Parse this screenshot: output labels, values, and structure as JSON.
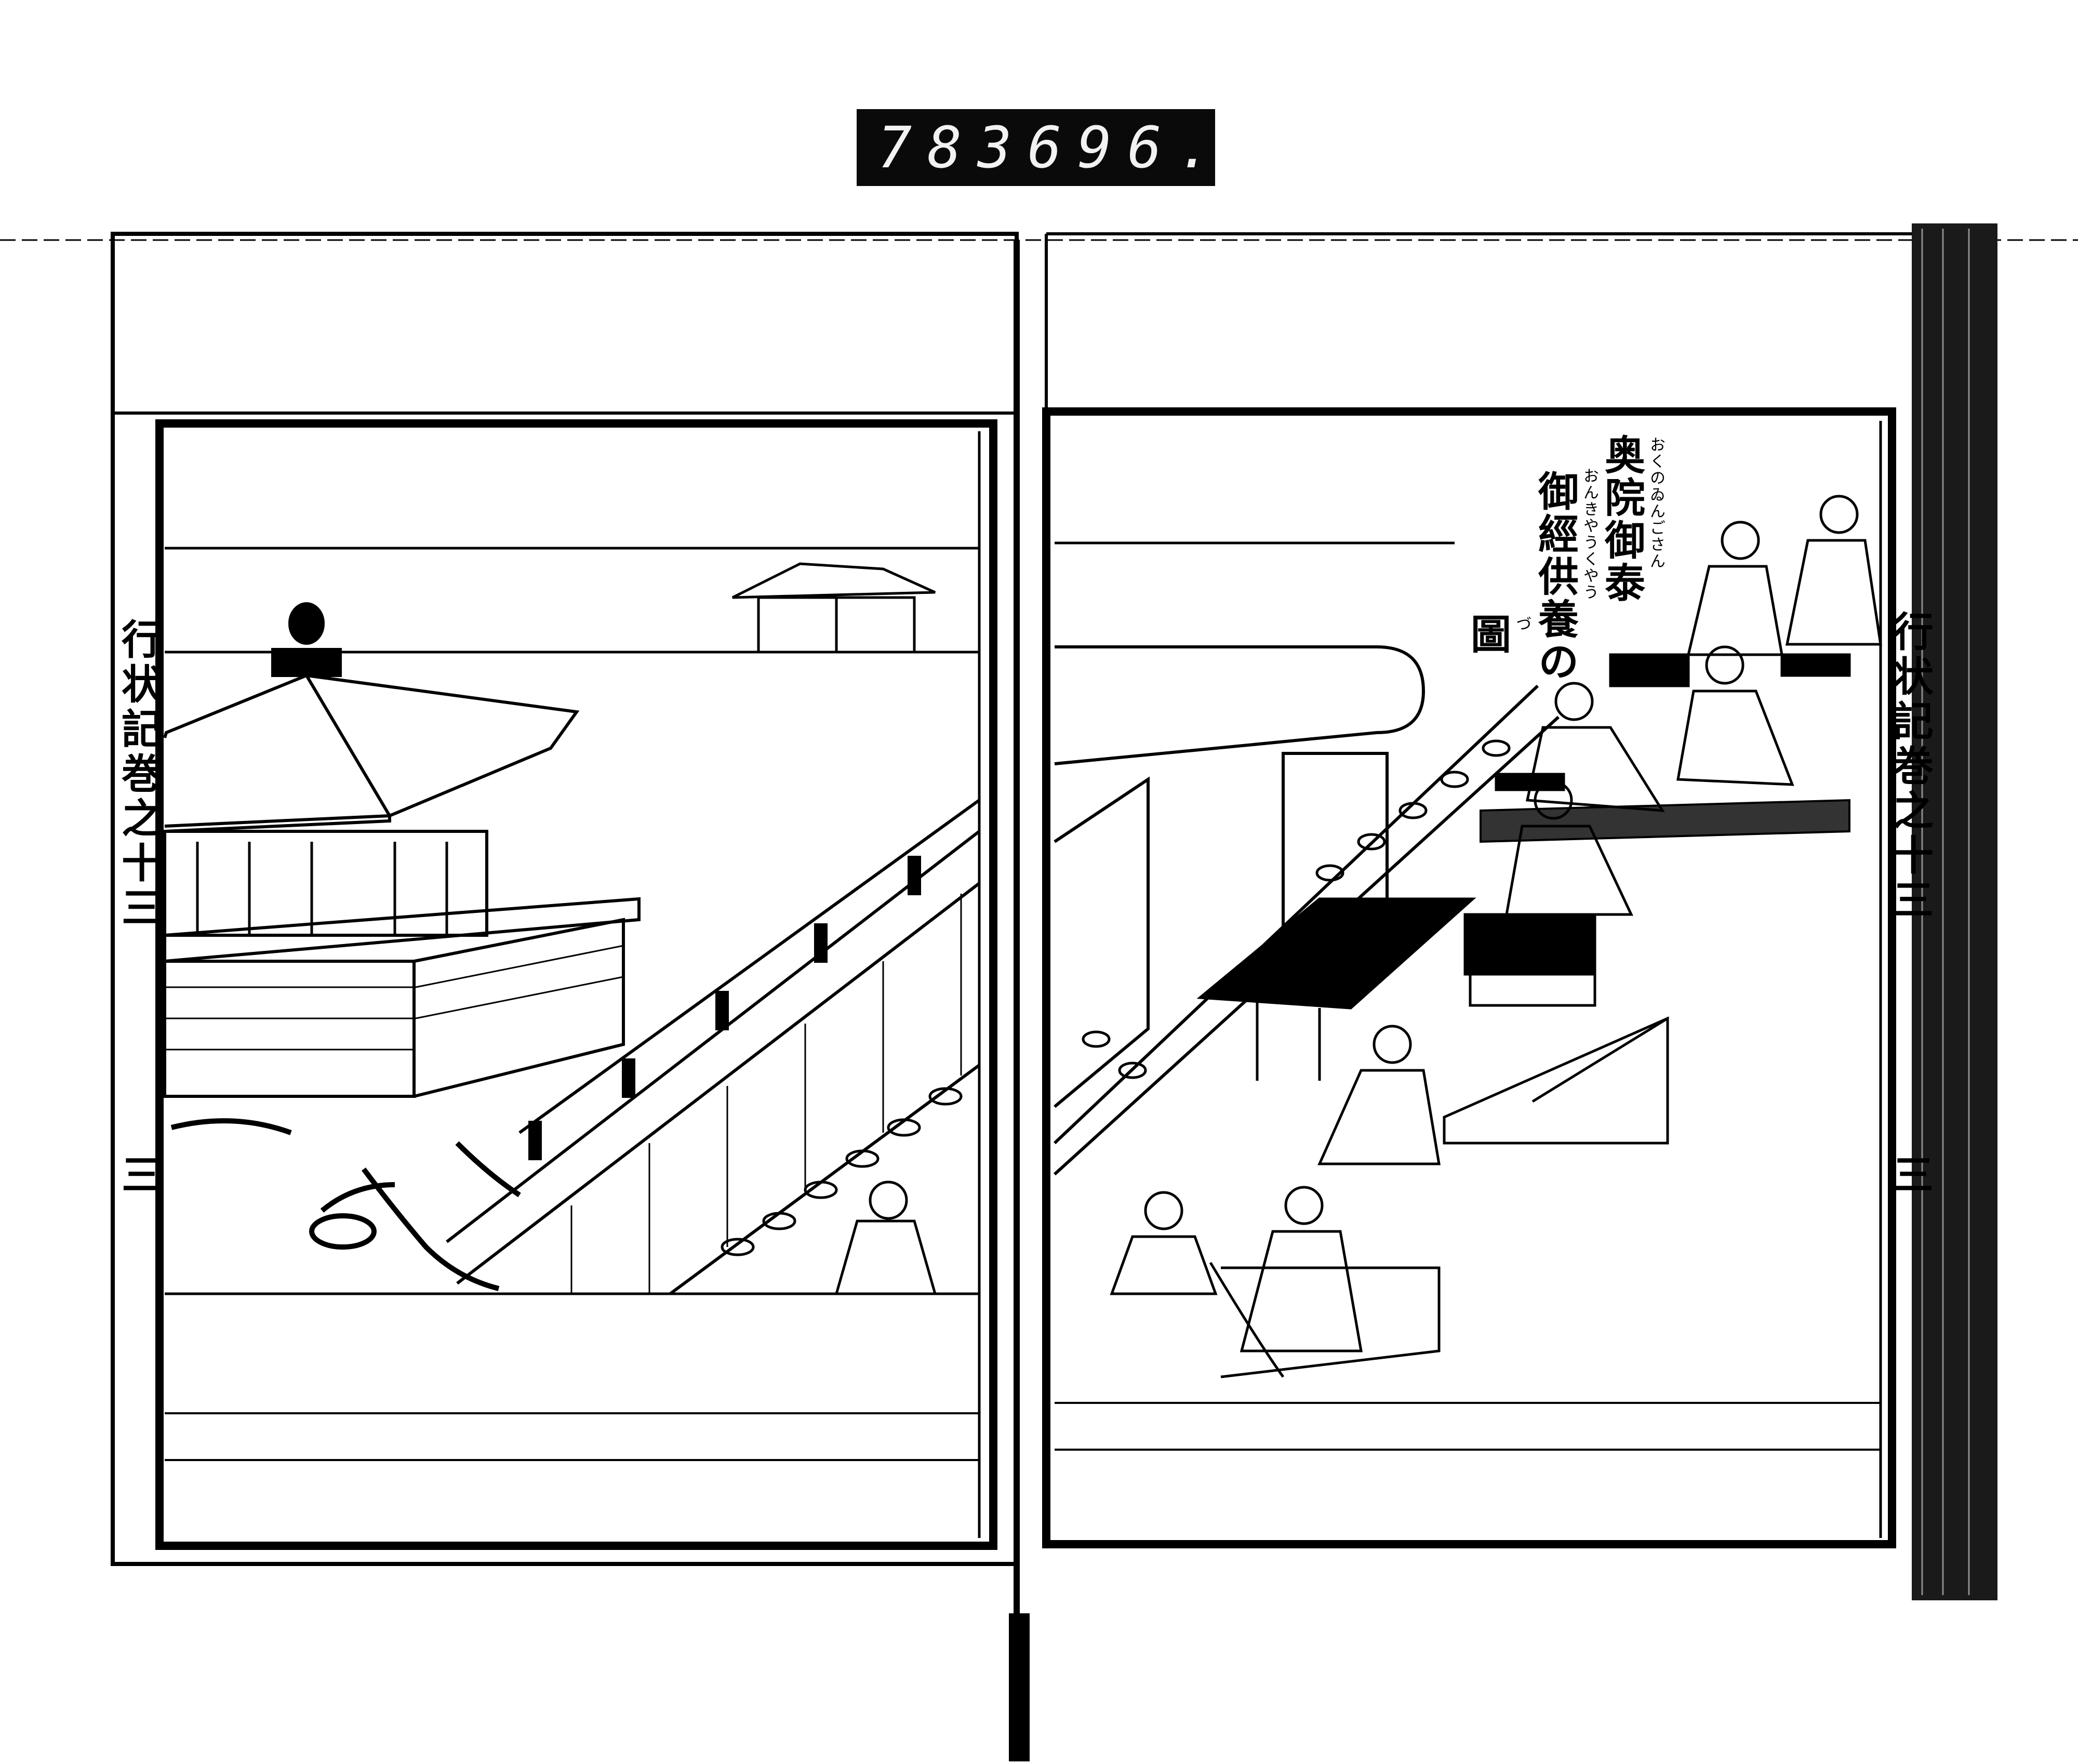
{
  "label": {
    "left_number": "783",
    "right_number": "696."
  },
  "left_page": {
    "margin_title": "行状記巻之十三",
    "margin_folio": "三"
  },
  "right_page": {
    "margin_title": "行状記巻之十三",
    "margin_folio": "三",
    "caption": {
      "line1": "奥院御泰",
      "line1_furigana": "おくのゐんごさん",
      "line2": "御經供養の",
      "line2_furigana": "おんきやうくやう",
      "line3": "圖",
      "line3_furigana": "づ"
    }
  },
  "colors": {
    "ink": "#000000",
    "paper": "#ffffff",
    "label_bg": "#0a0a0a"
  }
}
